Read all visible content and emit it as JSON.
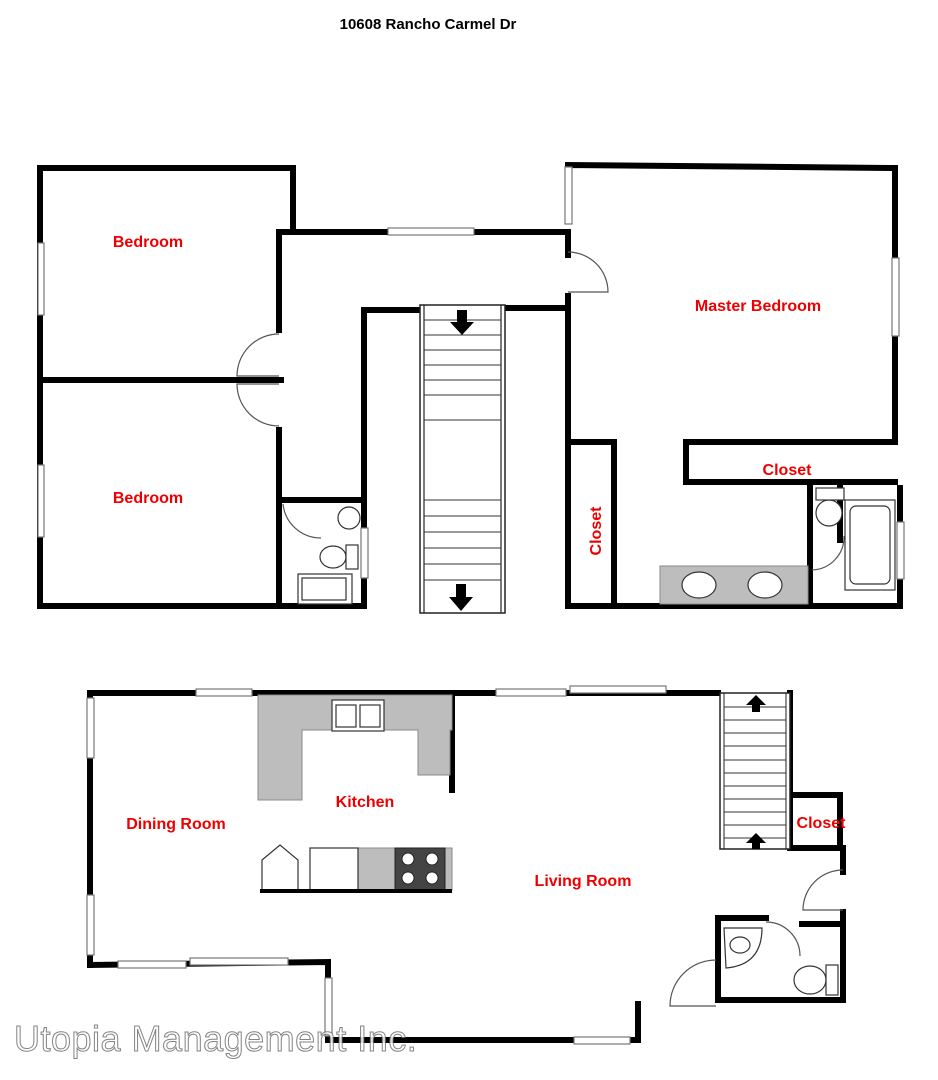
{
  "title": "10608 Rancho Carmel Dr",
  "rooms": {
    "bedroom_1": "Bedroom",
    "bedroom_2": "Bedroom",
    "master_bedroom": "Master Bedroom",
    "closet_upper_right": "Closet",
    "closet_upper_vertical": "Closet",
    "kitchen": "Kitchen",
    "dining_room": "Dining Room",
    "living_room": "Living Room",
    "closet_lower": "Closet"
  },
  "watermark": "Utopia Management Inc.",
  "colors": {
    "room_label": "#ee0000",
    "wall": "#000000",
    "counter": "#bdbdbd"
  }
}
